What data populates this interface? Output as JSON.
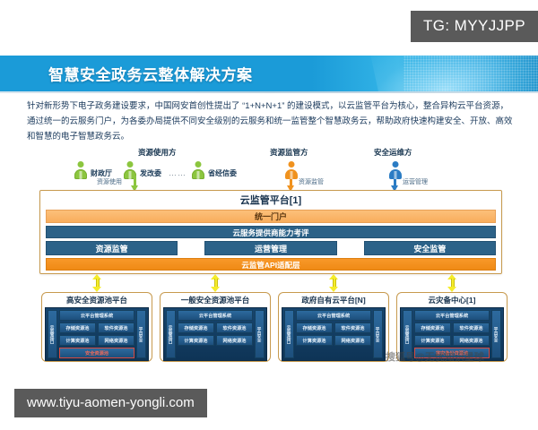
{
  "overlay": {
    "tg_badge": "TG: MYYJJPP",
    "url_bar": "www.tiyu-aomen-yongli.com",
    "watermark": "搜狐号@无忧知识星球"
  },
  "header": {
    "title": "智慧安全政务云整体解决方案",
    "accent_color": "#1b9bd8"
  },
  "intro": {
    "line1": "针对新形势下电子政务建设要求，中国网安首创性提出了 “1+N+N+1” 的建设模式，以云监管平台为核心，整合异构云平台资源，",
    "line2": "通过统一的云服务门户，为各委办局提供不同安全级别的云服务和统一监管整个智慧政务云，帮助政府快速构建安全、开放、高效",
    "line3": "和智慧的电子智慧政务云。"
  },
  "diagram": {
    "actors": [
      {
        "group_title": "资源使用方",
        "color": "#8cc63f",
        "members": [
          "财政厅",
          "发改委",
          "省经信委"
        ],
        "ellipsis": "……",
        "flow_label": "资源使用"
      },
      {
        "group_title": "资源监管方",
        "color": "#f0921e",
        "members": [],
        "flow_label": "资源监管"
      },
      {
        "group_title": "安全运维方",
        "color": "#2b7cc4",
        "members": [],
        "flow_label": "运营管理"
      }
    ],
    "platform": {
      "title": "云监管平台[1]",
      "portal_bar": "统一门户",
      "eval_bar": "云服务提供商能力考评",
      "modules": [
        "资源监管",
        "运营管理",
        "安全监管"
      ],
      "api_bar": "云监管API适配层"
    },
    "cards": [
      {
        "title": "高安全资源池平台",
        "left_strip": "云监管接口",
        "right_strip": "平台安全",
        "wide": "云平台管理系统",
        "cells": [
          "存储资源池",
          "软件资源池",
          "计算资源池",
          "网络资源池"
        ],
        "highlight": "安全资源池"
      },
      {
        "title": "一般安全资源池平台",
        "left_strip": "云监管接口",
        "right_strip": "平台安全",
        "wide": "云平台管理系统",
        "cells": [
          "存储资源池",
          "软件资源池",
          "计算资源池",
          "网络资源池"
        ],
        "highlight": ""
      },
      {
        "title": "政府自有云平台[N]",
        "left_strip": "云监管接口",
        "right_strip": "平台安全",
        "wide": "云平台管理系统",
        "cells": [
          "存储资源池",
          "软件资源池",
          "计算资源池",
          "网络资源池"
        ],
        "highlight": ""
      },
      {
        "title": "云灾备中心[1]",
        "left_strip": "云监管接口",
        "right_strip": "平台安全",
        "wide": "云平台管理系统",
        "cells": [
          "存储资源池",
          "软件资源池",
          "计算资源池",
          "网络资源池"
        ],
        "highlight": "容灾备份资源池"
      }
    ]
  }
}
